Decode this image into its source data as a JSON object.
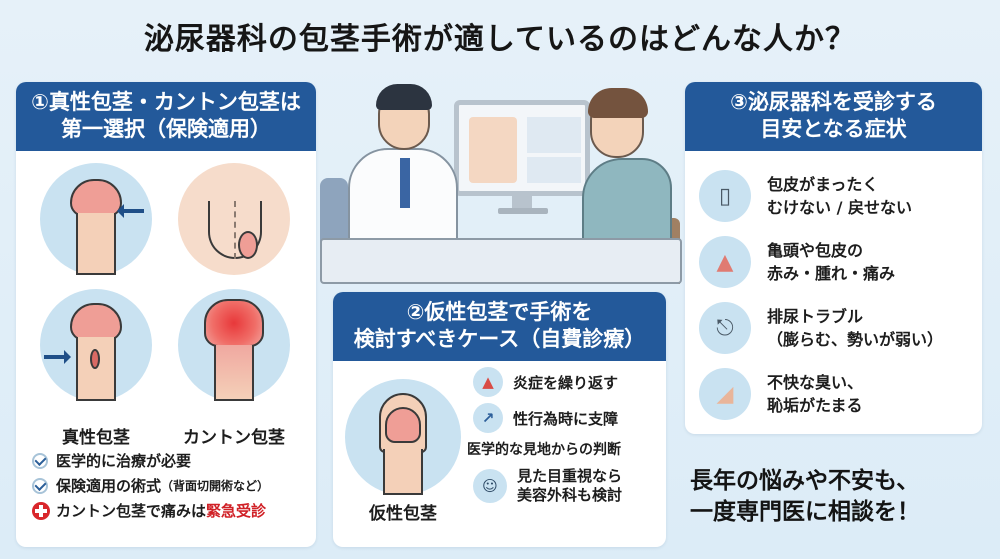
{
  "title": "泌尿器科の包茎手術が適しているのはどんな人か？",
  "panel1": {
    "heading_line1": "①真性包茎・カントン包茎は",
    "heading_line2": "第一選択（保険適用）",
    "illustrations": [
      {
        "label": "真性包茎",
        "icons": [
          "phimosis-front-icon",
          "phimosis-side-icon"
        ]
      },
      {
        "label": "カントン包茎",
        "icons": [
          "scrotum-diagram-icon",
          "paraphimosis-swollen-icon"
        ]
      }
    ],
    "checklist": [
      {
        "icon": "check-icon",
        "text": "医学的に治療が必要",
        "sub": ""
      },
      {
        "icon": "check-icon",
        "text": "保険適用の術式",
        "sub": "（背面切開術など）"
      },
      {
        "icon": "red-cross-icon",
        "text": "カントン包茎で痛みは",
        "emphasis": "緊急受診"
      }
    ]
  },
  "panel2": {
    "heading_line1": "②仮性包茎で手術を",
    "heading_line2": "検討すべきケース（自費診療）",
    "illustration_label": "仮性包茎",
    "items": [
      {
        "icon": "alarm-light-icon",
        "text": "炎症を繰り返す"
      },
      {
        "icon": "broken-sex-symbol-icon",
        "text": "性行為時に支障"
      },
      {
        "icon": "",
        "text": "医学的な見地からの判断"
      },
      {
        "icon": "doctor-avatar-icon",
        "line1": "見た目重視なら",
        "line2": "美容外科も検討"
      }
    ]
  },
  "panel3": {
    "heading_line1": "③泌尿器科を受診する",
    "heading_line2": "目安となる症状",
    "items": [
      {
        "icon": "foreskin-icon",
        "line1": "包皮がまったく",
        "line2": "むけない / 戻せない"
      },
      {
        "icon": "inflamed-glans-icon",
        "line1": "亀頭や包皮の",
        "line2": "赤み・腫れ・痛み"
      },
      {
        "icon": "toilet-icon",
        "line1": "排尿トラブル",
        "line2": "（膨らむ、勢いが弱い）"
      },
      {
        "icon": "nose-icon",
        "line1": "不快な臭い、",
        "line2": "恥垢がたまる"
      }
    ]
  },
  "cta": {
    "line1": "長年の悩みや不安も、",
    "line2": "一度専門医に相談を！"
  },
  "colors": {
    "header_blue": "#23599a",
    "background": "#e2eff8",
    "urgent_red": "#d02026",
    "circle_blue": "#c9e2f1"
  }
}
